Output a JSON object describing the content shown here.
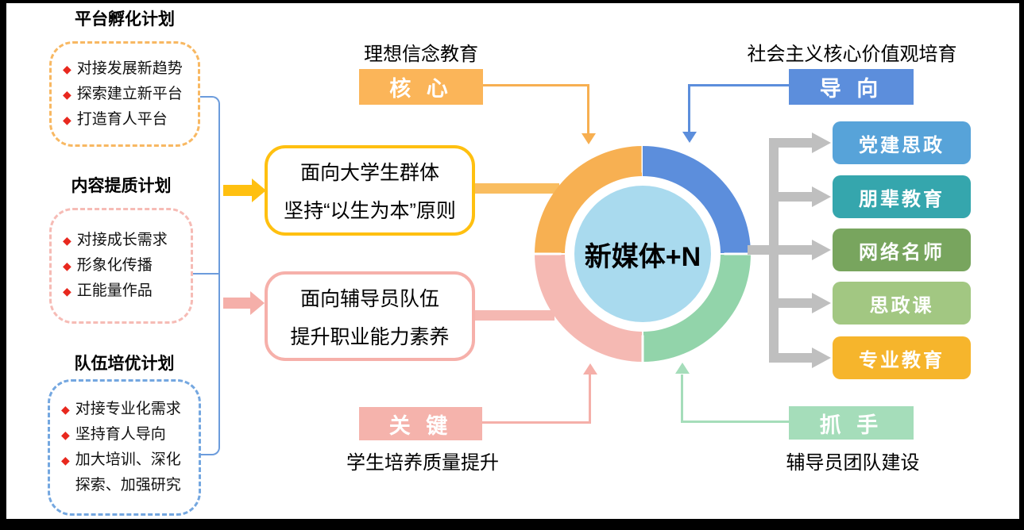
{
  "colors": {
    "frame": "#000000",
    "gray_connector": "#BFBFBF",
    "bracket_blue": "#6C9CDC",
    "bullet_red": "#E8281E",
    "thick_arrow_yellow": "#FFC010",
    "thick_arrow_pink": "#F5AFA9"
  },
  "bullet_glyph": "◆",
  "left_sections": [
    {
      "title": "平台孵化计划",
      "border_color": "#F8B862",
      "items": [
        "对接发展新趋势",
        "探索建立新平台",
        "打造育人平台"
      ]
    },
    {
      "title": "内容提质计划",
      "border_color": "#F6BBB5",
      "items": [
        "对接成长需求",
        "形象化传播",
        "正能量作品"
      ]
    },
    {
      "title": "队伍培优计划",
      "border_color": "#74A7E0",
      "items": [
        "对接专业化需求",
        "坚持育人导向",
        "加大培训、深化探索、加强研究"
      ]
    }
  ],
  "mid_boxes": [
    {
      "lines": [
        "面向大学生群体",
        "坚持“以生为本”原则"
      ],
      "border_color": "#FFC010"
    },
    {
      "lines": [
        "面向辅导员队伍",
        "提升职业能力素养"
      ],
      "border_color": "#F6B0AA"
    }
  ],
  "center": {
    "label": "新媒体+N",
    "inner_bg": "#A9DAEE",
    "quadrant_colors": {
      "top_left": "#F7B052",
      "top_right": "#5C8EDC",
      "bottom_right": "#92D4AA",
      "bottom_left": "#F5B9B3"
    }
  },
  "annotations": {
    "top_left": {
      "label": "理想信念教育",
      "tag": "核 心",
      "tag_bg": "#FBB559"
    },
    "top_right": {
      "label": "社会主义核心价值观培育",
      "tag": "导 向",
      "tag_bg": "#5C8EDC"
    },
    "bottom_left": {
      "tag": "关 键",
      "label": "学生培养质量提升",
      "tag_bg": "#F5B3AC"
    },
    "bottom_right": {
      "tag": "抓 手",
      "label": "辅导员团队建设",
      "tag_bg": "#A5DDBA"
    }
  },
  "right_boxes": [
    {
      "label": "党建思政",
      "bg": "#57A3D9"
    },
    {
      "label": "朋辈教育",
      "bg": "#35A6AD"
    },
    {
      "label": "网络名师",
      "bg": "#78A55E"
    },
    {
      "label": "思政课",
      "bg": "#A2C782"
    },
    {
      "label": "专业教育",
      "bg": "#F6B52C"
    }
  ]
}
